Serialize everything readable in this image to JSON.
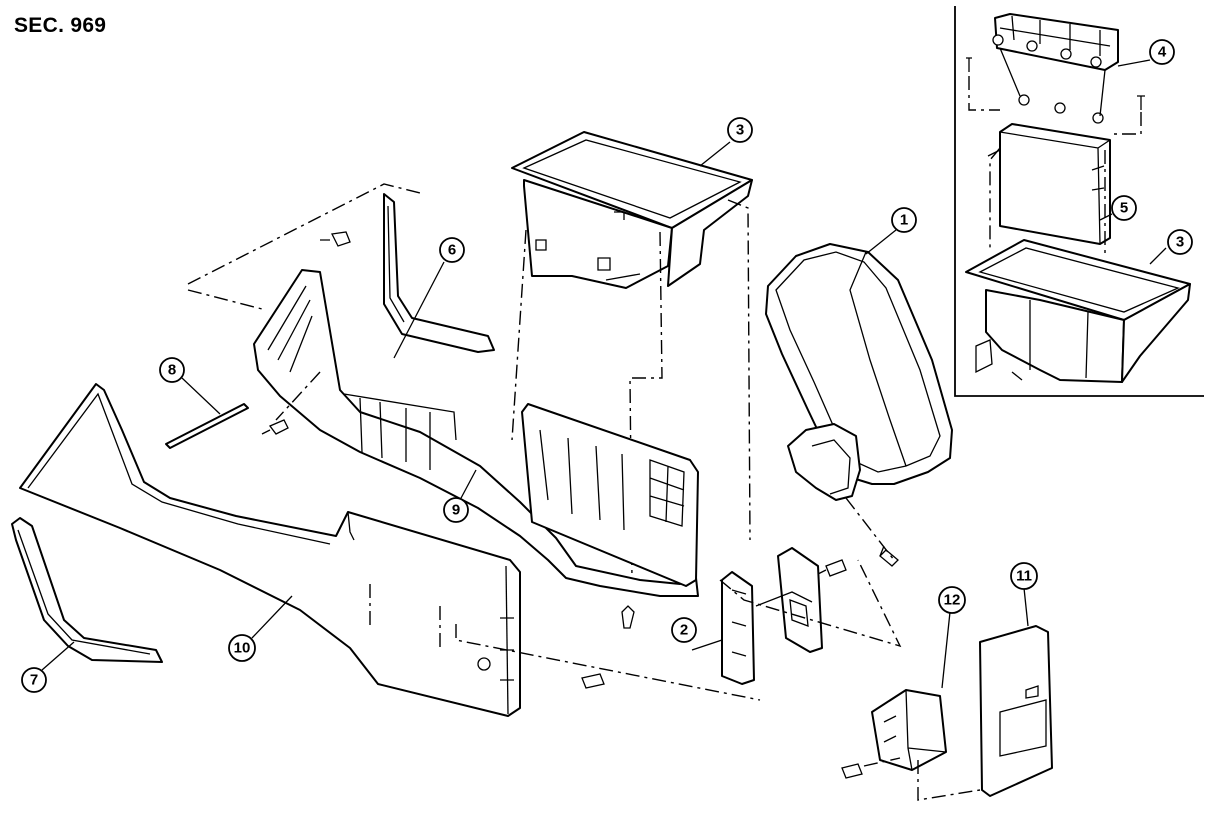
{
  "section_label": "SEC. 969",
  "callouts": [
    "1",
    "2",
    "3",
    "4",
    "5",
    "3",
    "6",
    "7",
    "8",
    "9",
    "10",
    "11",
    "12"
  ]
}
